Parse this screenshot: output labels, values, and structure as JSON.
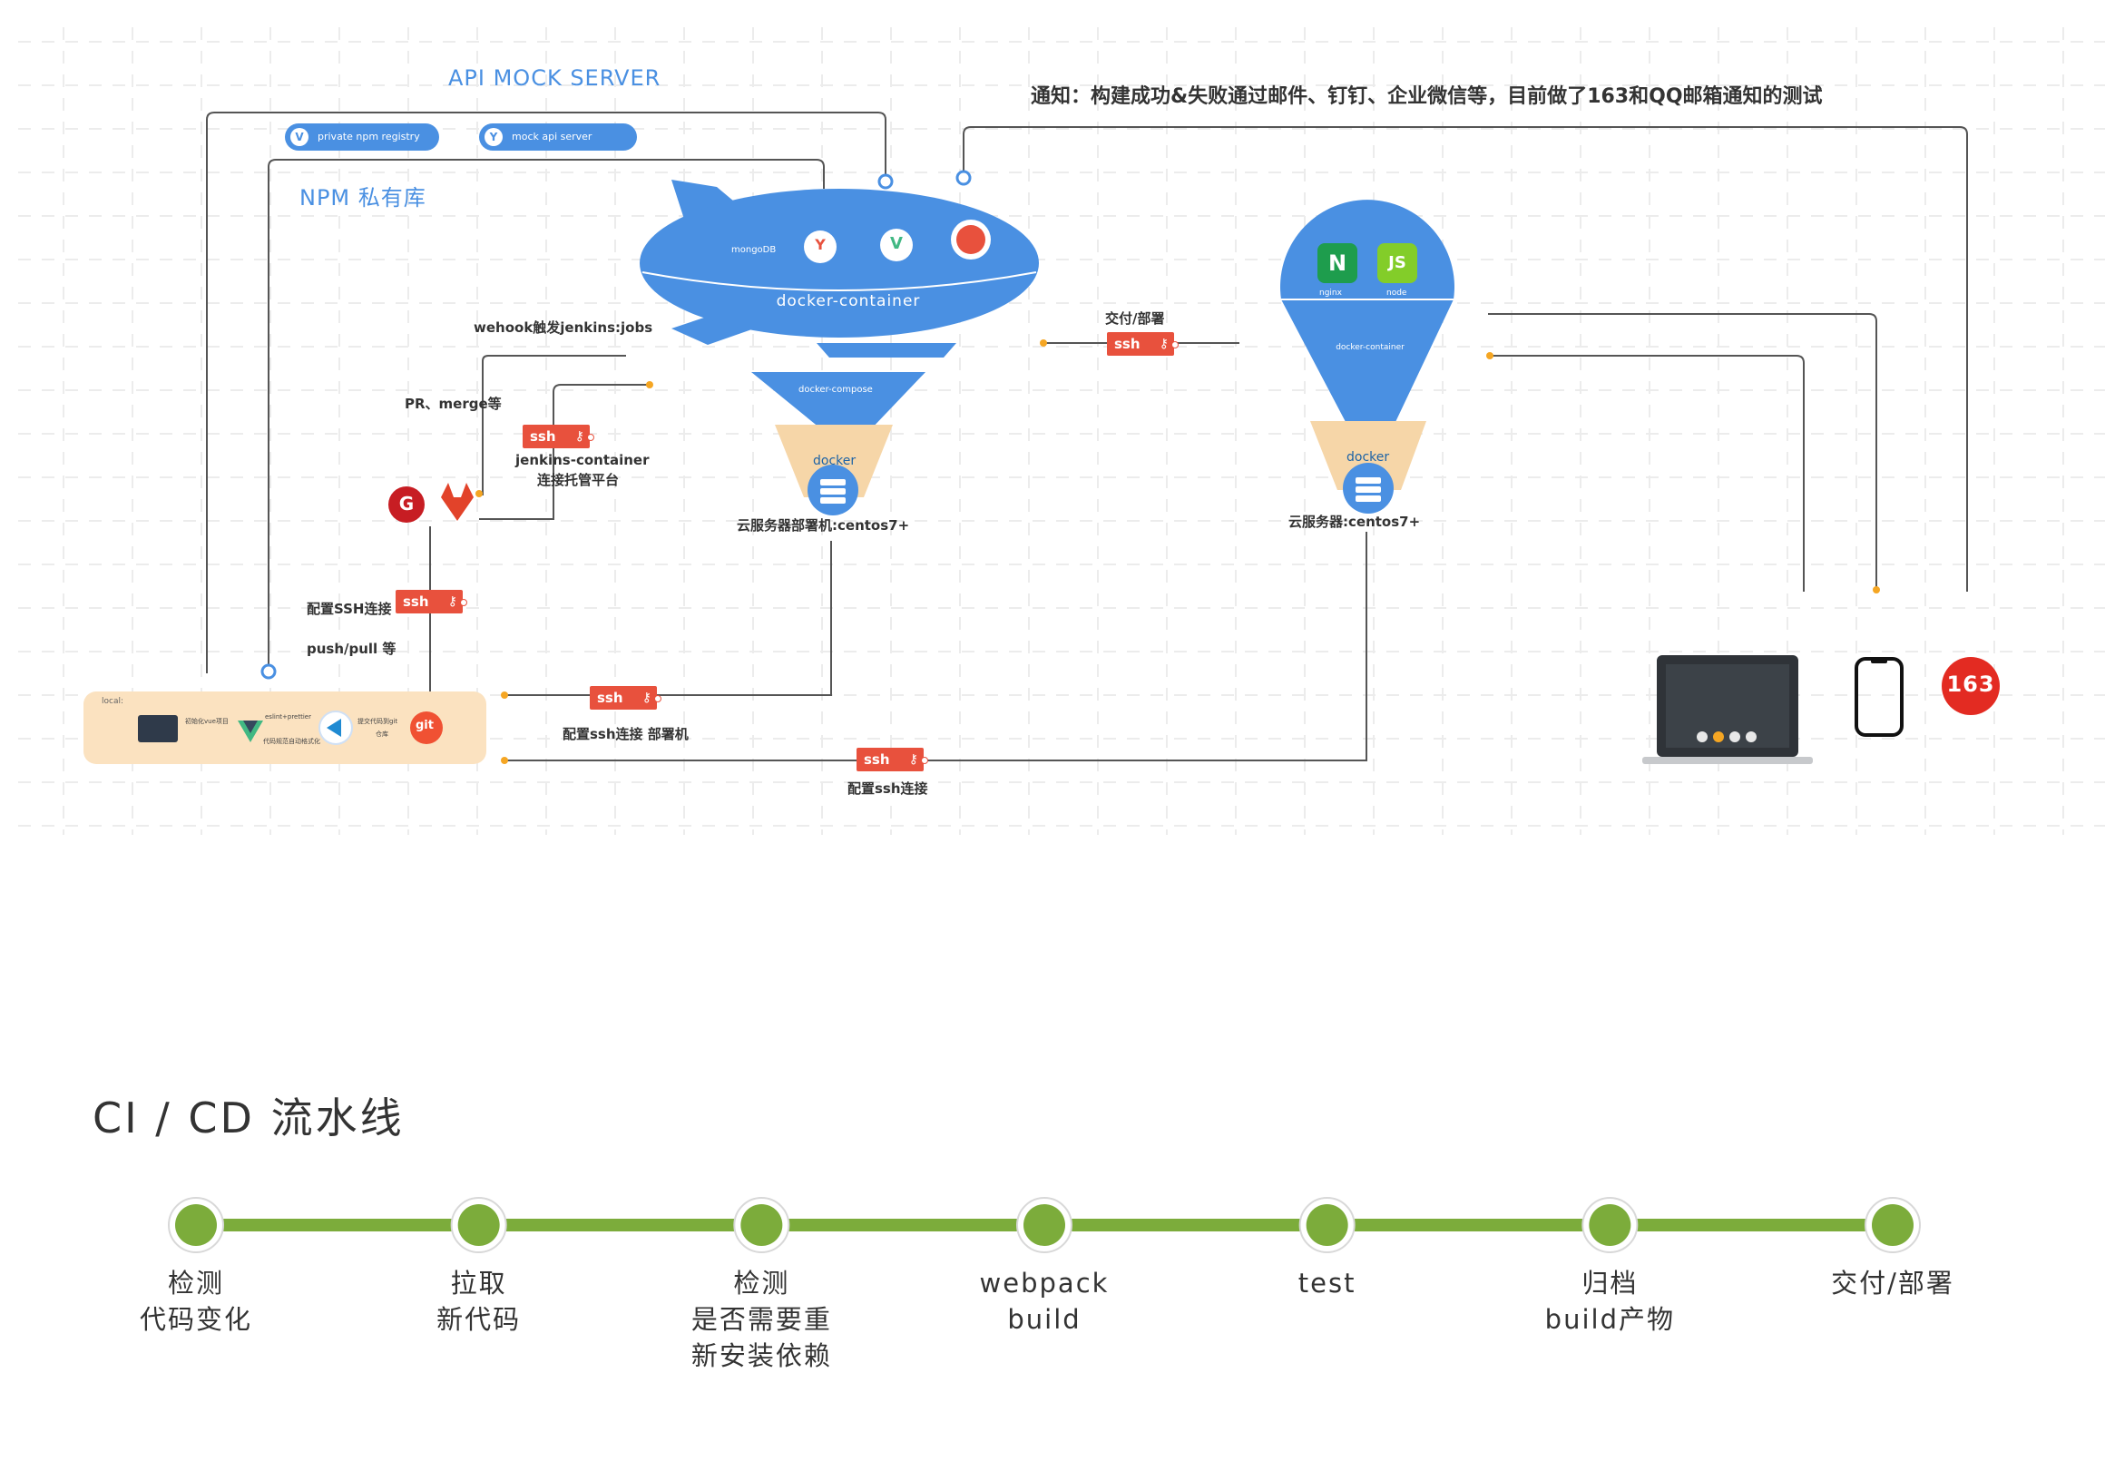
{
  "diagram": {
    "api_mock_title": "API MOCK SERVER",
    "npm_title": "NPM 私有库",
    "notify_text": "通知：构建成功&失败通过邮件、钉钉、企业微信等，目前做了163和QQ邮箱通知的测试",
    "pill_npm": "private npm registry",
    "pill_mock": "mock api server",
    "blimp_label": "docker-container",
    "blimp_mongodb": "mongoDB",
    "webhook_text": "wehook触发jenkins:jobs",
    "pr_text": "PR、merge等",
    "jenkins_text_1": "jenkins-container",
    "jenkins_text_2": "连接托管平台",
    "docker_compose_label": "docker-compose",
    "docker_label": "docker",
    "server1_label": "云服务器部署机:centos7+",
    "deliver_text": "交付/部署",
    "balloon_label": "docker-container",
    "nginx_label": "nginx",
    "node_label": "node",
    "server2_label": "云服务器:centos7+",
    "ssh_config_text": "配置SSH连接",
    "push_pull_text": "push/pull 等",
    "ssh_deploy_text": "配置ssh连接 部署机",
    "ssh_bottom_text": "配置ssh连接",
    "ssh_tag": "ssh",
    "local_label": "local:",
    "local_step1": "初始化vue项目",
    "local_step2": "eslint+prettier",
    "local_step3": "代码规范自动格式化",
    "local_step4": "提交代码到git",
    "local_step5": "仓库",
    "git_label": "git",
    "mail_163": "163",
    "icon_labels": {
      "nginx": "N",
      "node": "JS",
      "gitee": "G",
      "vue": "V",
      "yarn": "Y"
    }
  },
  "pipeline": {
    "title": "CI / CD 流水线",
    "steps": [
      {
        "line1": "检测",
        "line2": "代码变化",
        "line3": ""
      },
      {
        "line1": "拉取",
        "line2": "新代码",
        "line3": ""
      },
      {
        "line1": "检测",
        "line2": "是否需要重",
        "line3": "新安装依赖"
      },
      {
        "line1": "webpack",
        "line2": "build",
        "line3": ""
      },
      {
        "line1": "test",
        "line2": "",
        "line3": ""
      },
      {
        "line1": "归档",
        "line2": "build产物",
        "line3": ""
      },
      {
        "line1": "交付/部署",
        "line2": "",
        "line3": ""
      }
    ]
  },
  "colors": {
    "blue": "#4a90e2",
    "ssh_red": "#e8513d",
    "orange": "#f5a623",
    "green": "#7cac3b",
    "local_bg": "#fbe2c0",
    "grid": "#ececec"
  }
}
